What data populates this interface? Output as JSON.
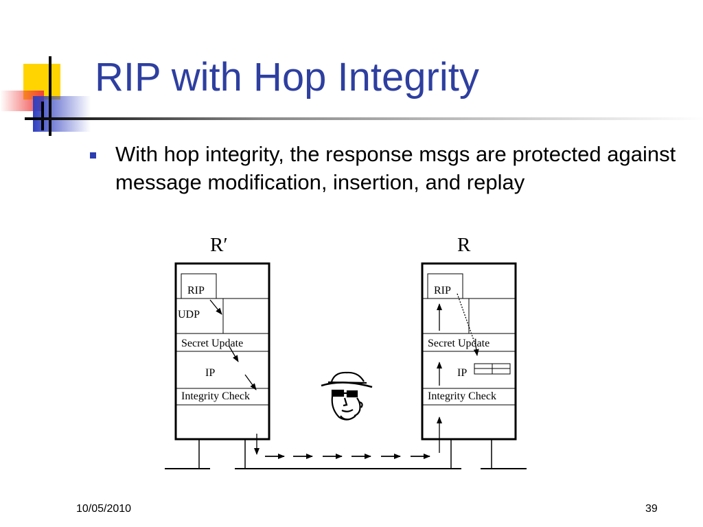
{
  "slide": {
    "title": "RIP with Hop Integrity",
    "bullet": "With hop integrity, the response msgs are protected against message modification, insertion, and replay",
    "footer_date": "10/05/2010",
    "footer_page": "39"
  },
  "colors": {
    "title": "#2e3fa0",
    "bullet": "#2c3db0",
    "accent_yellow": "#ffd400",
    "accent_red": "#f04040",
    "accent_blue": "#3040c0"
  },
  "diagram": {
    "left_router": {
      "label": "R′",
      "layers": {
        "rip": "RIP",
        "udp": "UDP",
        "secret": "Secret Update",
        "ip": "IP",
        "integrity": "Integrity Check"
      }
    },
    "right_router": {
      "label": "R",
      "layers": {
        "rip": "RIP",
        "secret": "Secret Update",
        "ip": "IP",
        "integrity": "Integrity Check"
      }
    },
    "intruder_icon": "spy-face-icon"
  }
}
